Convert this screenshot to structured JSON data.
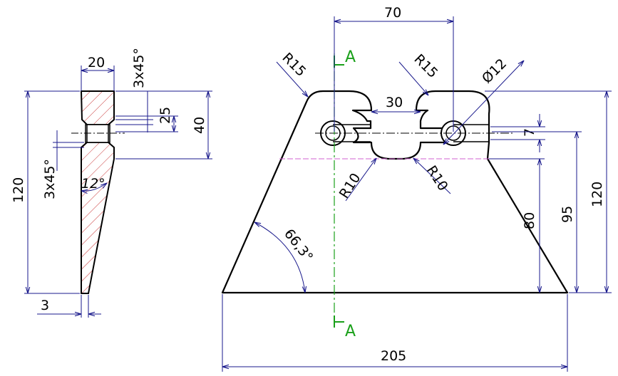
{
  "colors": {
    "outline": "#000000",
    "dimension": "#1a1a8c",
    "section": "#1aa01a",
    "hidden": "#d060d0",
    "hatch": "#c83232"
  },
  "side_view": {
    "dim_top_width": "20",
    "dim_total_height": "120",
    "dim_chamfer_top": "3x45°",
    "dim_chamfer_left": "3x45°",
    "dim_slot": "25",
    "dim_upper": "40",
    "dim_angle": "12°",
    "dim_bottom": "3"
  },
  "front_view": {
    "dim_center_distance": "70",
    "dim_gap": "30",
    "dim_radius_left": "R15",
    "dim_radius_right": "R15",
    "dim_diameter": "Ø12",
    "dim_radius_bottom_left": "R10",
    "dim_radius_bottom_right": "R10",
    "dim_slot_width": "7",
    "dim_height_80": "80",
    "dim_height_95": "95",
    "dim_height_120": "120",
    "dim_angle": "66,3°",
    "dim_base_width": "205",
    "section_top": "A",
    "section_bottom": "A"
  }
}
